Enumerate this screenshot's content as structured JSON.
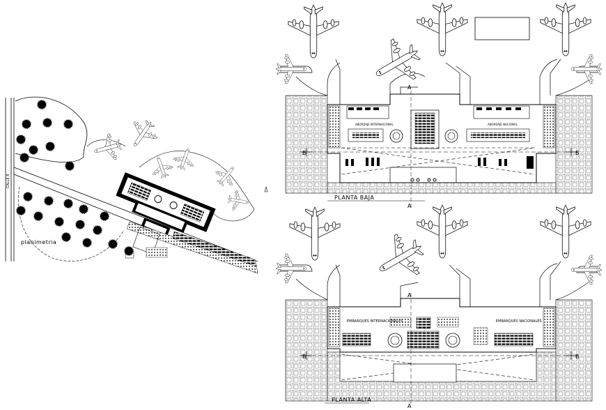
{
  "site_plan": {
    "title": "planimetria",
    "street_label": "CALLE 8"
  },
  "ground_floor": {
    "title": "PLANTA BAJA",
    "section_a": "A",
    "section_b": "B",
    "gate_labels": [
      "ABORDAJE INTERNACIONAL",
      "ABORDAJE NACIONAL"
    ]
  },
  "upper_floor": {
    "title": "PLANTA ALTA",
    "section_a": "A",
    "section_b": "B",
    "international_label": "EMBARQUES INTERNACIONALES",
    "national_label": "EMBARQUES NACIONALES"
  },
  "colors": {
    "ink": "#000000",
    "paper": "#ffffff"
  },
  "icons": [
    "airplane-icon",
    "tree-icon",
    "section-marker-icon"
  ]
}
